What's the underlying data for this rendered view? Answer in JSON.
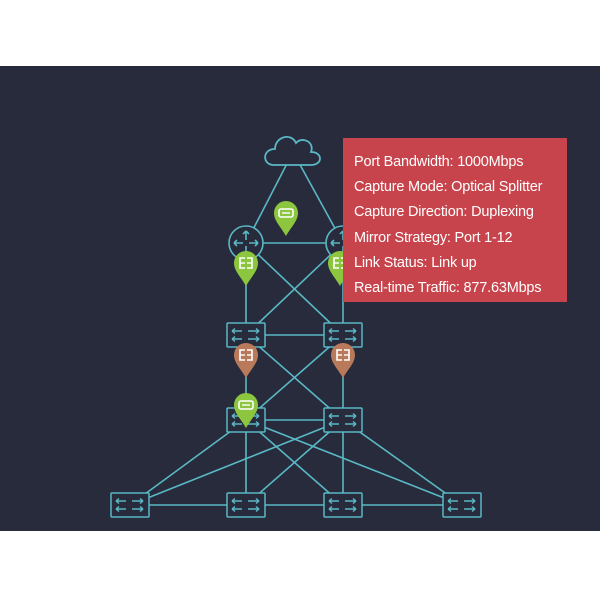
{
  "colors": {
    "background": "#272b3c",
    "link": "#5ab8c4",
    "marker_green": "#8cc63f",
    "marker_brown": "#b87a5a",
    "tooltip_bg": "#c8444c",
    "tooltip_text": "#ffffff"
  },
  "nodes": [
    {
      "id": "cloud",
      "type": "cloud",
      "icon": "cloud-icon"
    },
    {
      "id": "router-left",
      "type": "router",
      "icon": "router-icon"
    },
    {
      "id": "router-right",
      "type": "router",
      "icon": "router-icon"
    },
    {
      "id": "core-switch-left",
      "type": "switch",
      "icon": "switch-icon"
    },
    {
      "id": "core-switch-right",
      "type": "switch",
      "icon": "switch-icon"
    },
    {
      "id": "dist-switch-left",
      "type": "switch",
      "icon": "switch-icon"
    },
    {
      "id": "dist-switch-right",
      "type": "switch",
      "icon": "switch-icon"
    },
    {
      "id": "access-switch-1",
      "type": "switch",
      "icon": "switch-icon"
    },
    {
      "id": "access-switch-2",
      "type": "switch",
      "icon": "switch-icon"
    },
    {
      "id": "access-switch-3",
      "type": "switch",
      "icon": "switch-icon"
    },
    {
      "id": "access-switch-4",
      "type": "switch",
      "icon": "switch-icon"
    }
  ],
  "markers": [
    {
      "id": "marker-router-link",
      "color": "green",
      "icon": "tap-icon"
    },
    {
      "id": "marker-router-left",
      "color": "green",
      "icon": "splitter-icon"
    },
    {
      "id": "marker-router-right",
      "color": "green",
      "icon": "splitter-icon"
    },
    {
      "id": "marker-core-left",
      "color": "brown",
      "icon": "splitter-icon"
    },
    {
      "id": "marker-core-right",
      "color": "brown",
      "icon": "splitter-icon"
    },
    {
      "id": "marker-dist-left",
      "color": "green",
      "icon": "tap-icon"
    }
  ],
  "tooltip": {
    "rows": [
      "Port Bandwidth: 1000Mbps",
      "Capture Mode: Optical Splitter",
      "Capture Direction: Duplexing",
      "Mirror Strategy: Port 1-12",
      "Link Status: Link up",
      "Real-time Traffic: 877.63Mbps"
    ]
  }
}
